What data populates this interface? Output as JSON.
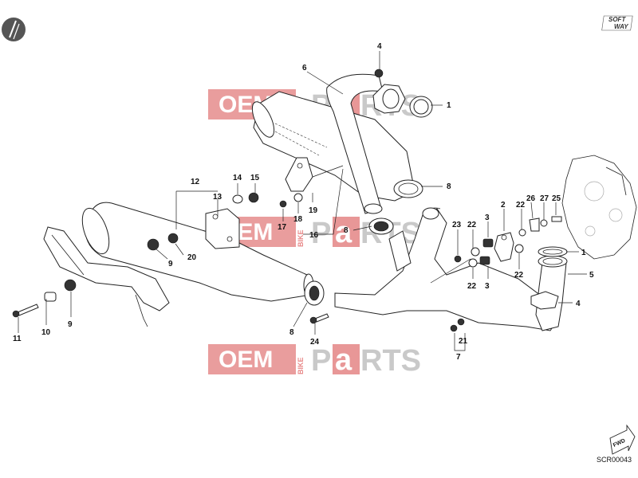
{
  "diagram": {
    "drawing_code": "SCR00043",
    "brand_logo": {
      "line1": "SOFT",
      "line2": "WAY"
    },
    "fwd_label": "FWD",
    "watermark": {
      "oem": "OEM",
      "bike": "BIKE",
      "p": "P",
      "a": "a",
      "rts": "RTS"
    },
    "callouts": [
      "1",
      "1",
      "2",
      "3",
      "3",
      "4",
      "4",
      "5",
      "6",
      "7",
      "8",
      "8",
      "8",
      "9",
      "9",
      "10",
      "11",
      "12",
      "13",
      "14",
      "15",
      "16",
      "17",
      "18",
      "19",
      "20",
      "21",
      "22",
      "22",
      "22",
      "22",
      "23",
      "24",
      "25",
      "26",
      "27"
    ]
  }
}
